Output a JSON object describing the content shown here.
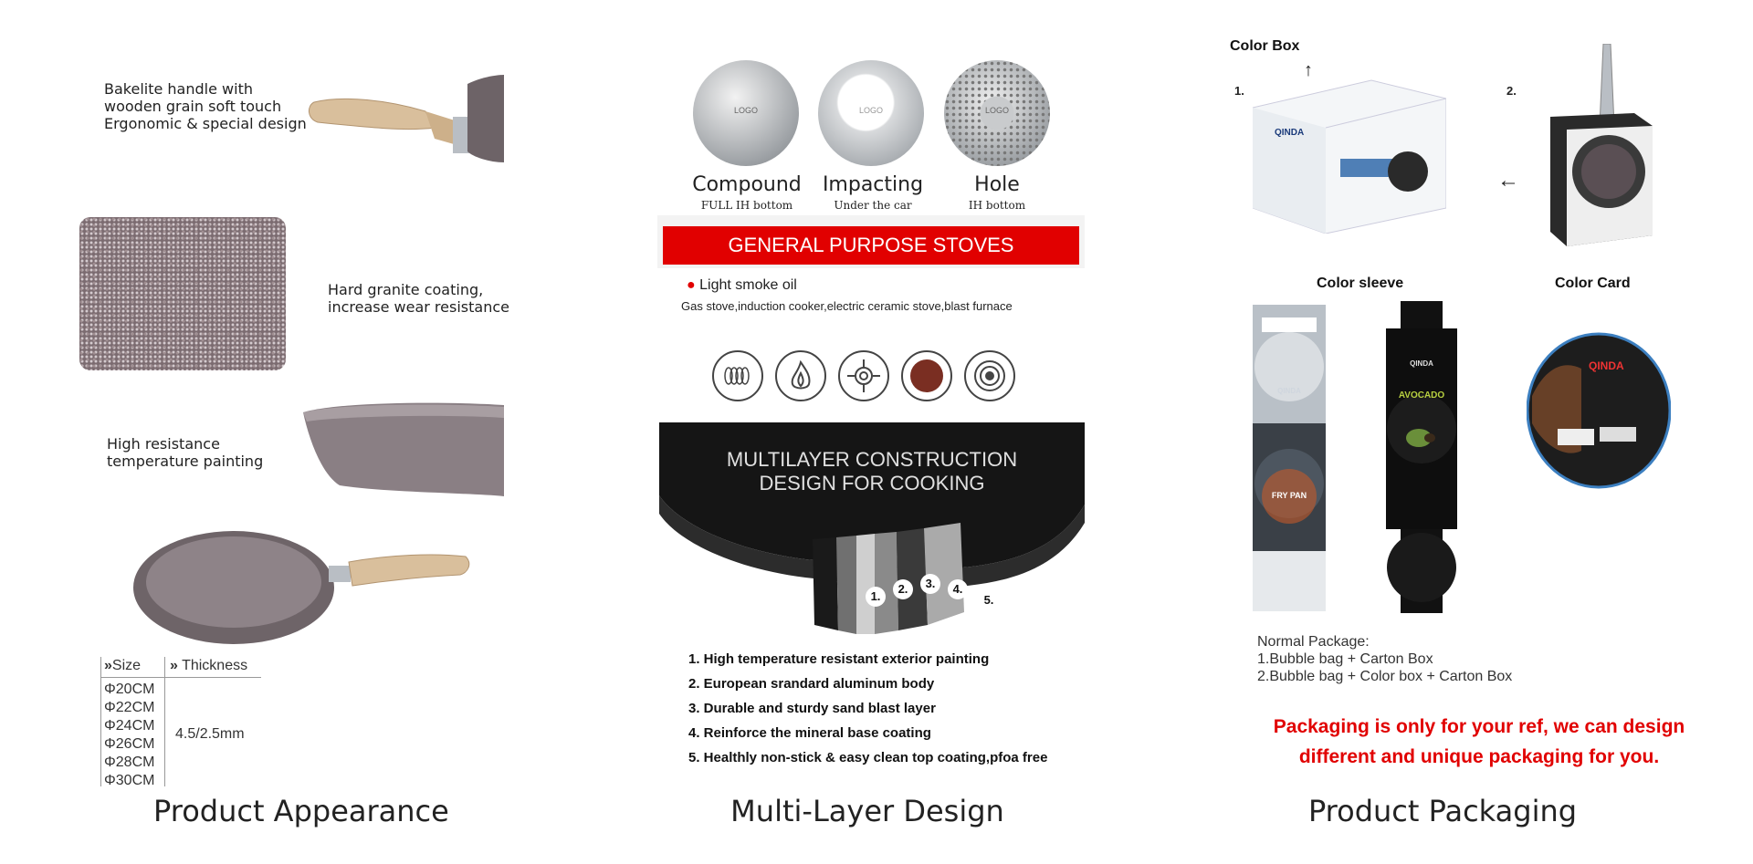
{
  "appearance": {
    "feature_handle": [
      "Bakelite handle with",
      "wooden grain soft touch",
      "Ergonomic & special design"
    ],
    "feature_coating": [
      "Hard granite coating,",
      "increase wear resistance"
    ],
    "feature_paint": [
      "High resistance",
      "temperature painting"
    ],
    "table": {
      "size_header": "Size",
      "thickness_header": "Thickness",
      "sizes": [
        "Φ20CM",
        "Φ22CM",
        "Φ24CM",
        "Φ26CM",
        "Φ28CM",
        "Φ30CM"
      ],
      "thickness": "4.5/2.5mm"
    },
    "caption": "Product Appearance"
  },
  "multilayer": {
    "discs": [
      {
        "label": "Compound",
        "sub": "FULL IH bottom",
        "logo": "LOGO"
      },
      {
        "label": "Impacting",
        "sub": "Under the car",
        "logo": "LOGO"
      },
      {
        "label": "Hole",
        "sub": "IH bottom",
        "logo": "LOGO"
      }
    ],
    "banner": "GENERAL PURPOSE STOVES",
    "oil_bullet": "Light smoke oil",
    "stoves_line": "Gas stove,induction cooker,electric ceramic stove,blast furnace",
    "stove_icons": [
      "induction-coil-icon",
      "gas-flame-icon",
      "gas-burner-icon",
      "ceramic-plate-icon",
      "electric-hob-icon"
    ],
    "construction_title": [
      "MULTILAYER CONSTRUCTION",
      "DESIGN FOR COOKING"
    ],
    "layer_numbers": [
      "1.",
      "2.",
      "3.",
      "4.",
      "5."
    ],
    "layers": [
      "1. High temperature resistant exterior painting",
      "2. European srandard aluminum body",
      "3. Durable and sturdy sand blast layer",
      "4. Reinforce the mineral base coating",
      "5. Healthly non-stick & easy clean top coating,pfoa free"
    ],
    "caption": "Multi-Layer Design"
  },
  "packaging": {
    "color_box_label": "Color Box",
    "num1": "1.",
    "num2": "2.",
    "color_sleeve_label": "Color sleeve",
    "color_card_label": "Color Card",
    "brand": "QINDA",
    "avocado": "AVOCADO",
    "fry_pan": "FRY PAN",
    "normal_package_title": "Normal Package:",
    "normal_package_lines": [
      "1.Bubble bag + Carton Box",
      "2.Bubble bag + Color box + Carton Box"
    ],
    "note": [
      "Packaging is only for your ref, we can design",
      "different and unique packaging for you."
    ],
    "caption": "Product Packaging",
    "accent_red": "#e10000"
  }
}
